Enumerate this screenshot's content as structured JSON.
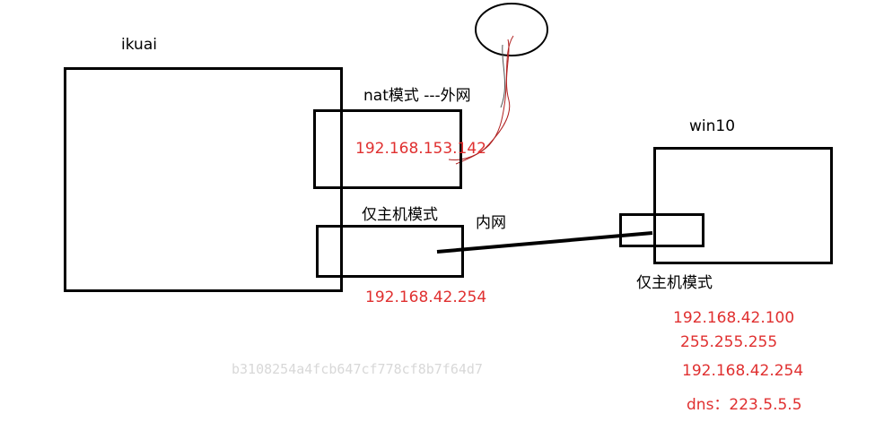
{
  "labels": {
    "ikuai": "ikuai",
    "nat_mode": "nat模式 ---外网",
    "host_only_left": "仅主机模式",
    "intranet": "内网",
    "win10": "win10",
    "host_only_right": "仅主机模式"
  },
  "addresses": {
    "nat_ip": "192.168.153.142",
    "ikuai_host_ip": "192.168.42.254",
    "win10_ip": "192.168.42.100",
    "win10_mask": "255.255.255",
    "win10_gateway": "192.168.42.254",
    "win10_dns": "dns：223.5.5.5"
  },
  "watermark": "b3108254a4fcb647cf778cf8b7f64d7",
  "colors": {
    "line": "#000000",
    "address_text": "#e03030",
    "scribble": "#b02020"
  }
}
